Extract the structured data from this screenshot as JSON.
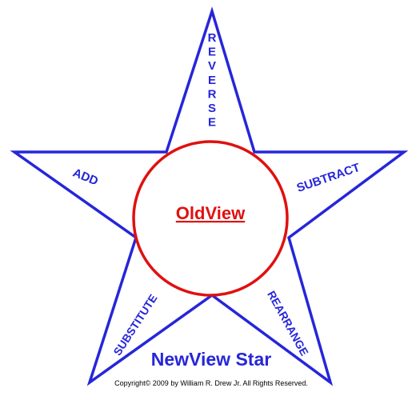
{
  "diagram": {
    "center_label": "OldView",
    "arm_labels": {
      "top": "REVERSE",
      "left": "ADD",
      "right": "SUBTRACT",
      "bottom_left": "SUBSTITUTE",
      "bottom_right": "REARRANGE"
    },
    "title": "NewView Star",
    "copyright": "Copyright© 2009 by William R. Drew Jr.  All Rights Reserved.",
    "colors": {
      "star_stroke": "#2626d9",
      "label_text": "#2626d9",
      "circle_stroke": "#e01010",
      "center_text": "#e01010",
      "background": "#ffffff"
    }
  }
}
